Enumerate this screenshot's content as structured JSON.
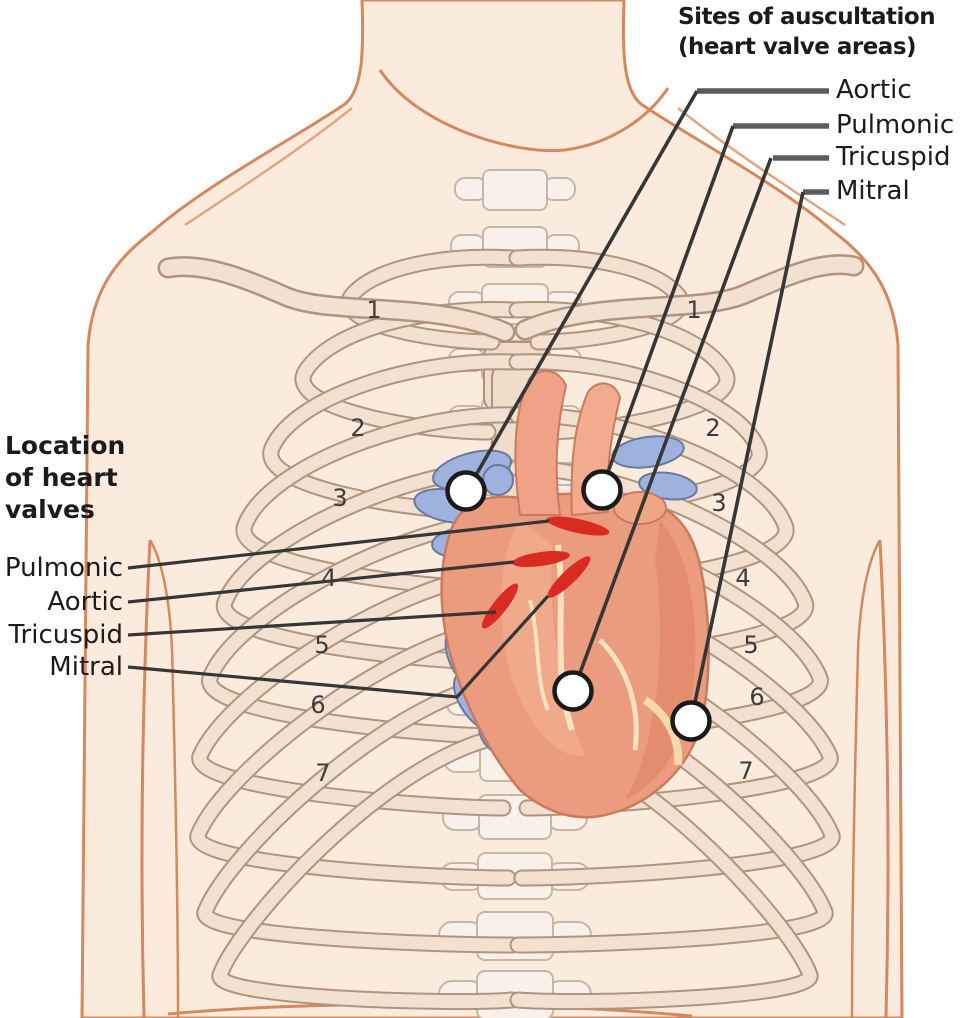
{
  "title": {
    "line1": "Sites of auscultation",
    "line2": "(heart valve areas)"
  },
  "auscultation_sites": {
    "labels": [
      "Aortic",
      "Pulmonic",
      "Tricuspid",
      "Mitral"
    ]
  },
  "valve_locations": {
    "heading": "Location of heart valves",
    "labels": [
      "Pulmonic",
      "Aortic",
      "Tricuspid",
      "Mitral"
    ]
  },
  "rib_numbers": {
    "left": [
      "1",
      "2",
      "3",
      "4",
      "5",
      "6",
      "7"
    ],
    "right": [
      "1",
      "2",
      "3",
      "4",
      "5",
      "6",
      "7"
    ]
  },
  "colors": {
    "skin": "#fbebdc",
    "skin_outline": "#d5885e",
    "bone": "#f2e1d1",
    "bone_outline": "#b0947e",
    "heart": "#ec9c7e",
    "vessel_blue": "#9fb2dd",
    "valve_red": "#d92b21",
    "leader_line": "#363636",
    "text": "#1b1b1b"
  }
}
